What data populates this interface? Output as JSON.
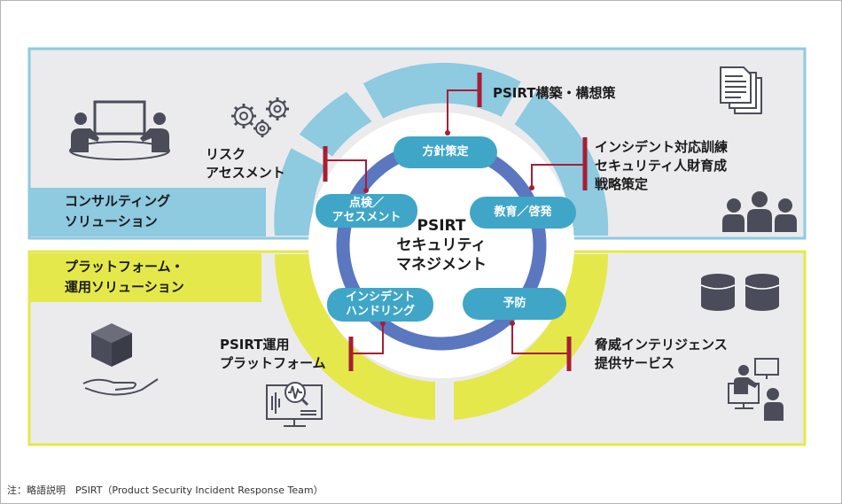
{
  "bands": {
    "consulting": {
      "line1": "コンサルティング",
      "line2": "ソリューション",
      "color": "#8ecae0"
    },
    "platform": {
      "line1": "プラットフォーム・",
      "line2": "運用ソリューション",
      "color": "#e5e84a"
    }
  },
  "center": {
    "line1": "PSIRT",
    "line2": "セキュリティ",
    "line3": "マネジメント"
  },
  "cycle_steps": [
    {
      "lines": [
        "方針策定"
      ]
    },
    {
      "lines": [
        "教育／啓発"
      ]
    },
    {
      "lines": [
        "予防"
      ]
    },
    {
      "lines": [
        "インシデント",
        "ハンドリング"
      ]
    },
    {
      "lines": [
        "点検／",
        "アセスメント"
      ]
    }
  ],
  "services": {
    "psirt_build": {
      "lines": [
        "PSIRT構築・構想策"
      ]
    },
    "training": {
      "lines": [
        "インシデント対応訓練",
        "セキュリティ人財育成",
        "戦略策定"
      ]
    },
    "risk": {
      "lines": [
        "リスク",
        "アセスメント"
      ]
    },
    "ops_platform": {
      "lines": [
        "PSIRT運用",
        "プラットフォーム"
      ]
    },
    "threat_intel": {
      "lines": [
        "脅威インテリジェンス",
        "提供サービス"
      ]
    }
  },
  "footnote": "注：略語説明　PSIRT（Product Security Incident Response Team）",
  "colors": {
    "panel_bg": "#ebebed",
    "ring_blue": "#5a77c0",
    "pill": "#3fa6c8",
    "connector": "#a61e36",
    "icon": "#4a4d59"
  },
  "icons": [
    "meeting-icon",
    "gears-icon",
    "documents-icon",
    "team-icon",
    "database-icon",
    "cube-in-hand-icon",
    "monitor-analysis-icon",
    "operators-icon"
  ]
}
